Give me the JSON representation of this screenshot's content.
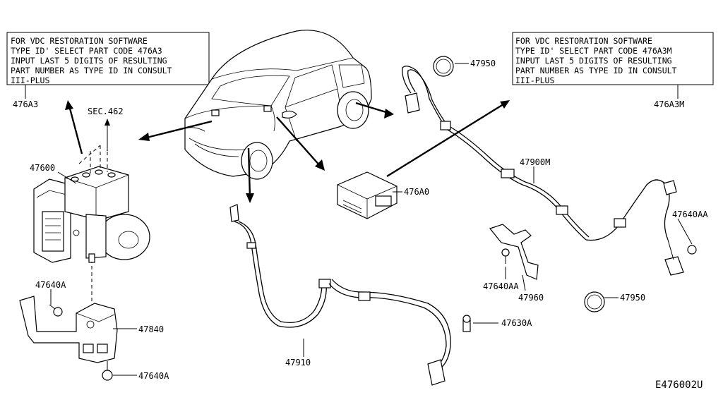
{
  "notes": {
    "left": [
      "FOR VDC RESTORATION SOFTWARE",
      "TYPE ID' SELECT PART CODE 476A3",
      "INPUT LAST 5 DIGITS OF RESULTING",
      "PART NUMBER AS TYPE ID IN CONSULT",
      "III-PLUS"
    ],
    "right": [
      "FOR VDC RESTORATION SOFTWARE",
      "TYPE ID' SELECT PART CODE 476A3M",
      "INPUT LAST 5 DIGITS OF RESULTING",
      "PART NUMBER AS TYPE ID IN CONSULT",
      "III-PLUS"
    ]
  },
  "labels": {
    "p476A3": "476A3",
    "sec462": "SEC.462",
    "p47600": "47600",
    "p47640A_top": "47640A",
    "p47840": "47840",
    "p47640A_bottom": "47640A",
    "p47910": "47910",
    "p47630A": "47630A",
    "p476A0": "476A0",
    "p47950_top": "47950",
    "p476A3M": "476A3M",
    "p47900M": "47900M",
    "p47640AA_right": "47640AA",
    "p47640AA_mid": "47640AA",
    "p47960": "47960",
    "p47950_bottom": "47950",
    "diagram_code": "E476002U"
  }
}
